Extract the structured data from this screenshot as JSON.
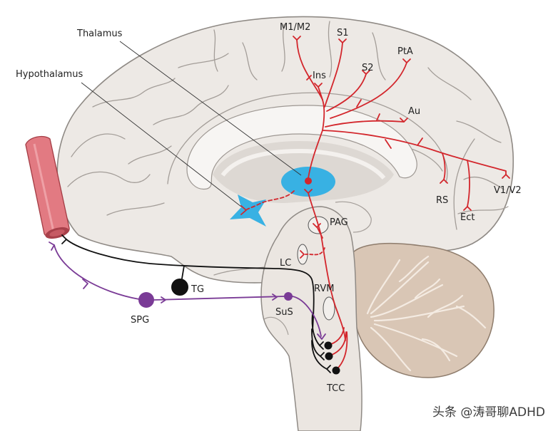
{
  "labels": {
    "thalamus": "Thalamus",
    "hypothalamus": "Hypothalamus",
    "m1m2": "M1/M2",
    "s1": "S1",
    "pta": "PtA",
    "ins": "Ins",
    "s2": "S2",
    "au": "Au",
    "rs": "RS",
    "v1v2": "V1/V2",
    "ect": "Ect",
    "pag": "PAG",
    "lc": "LC",
    "tg": "TG",
    "rvm": "RVM",
    "spg": "SPG",
    "sus": "SuS",
    "tcc": "TCC"
  },
  "watermark": "头条 @涛哥聊ADHD",
  "colors": {
    "cerebrum": "#ede9e5",
    "cerebellum": "#d9c6b5",
    "brainstem": "#ebe6e1",
    "thalamus": "#38b1e3",
    "hypothalamus": "#38b1e3",
    "vessel": "#e27a82",
    "ascending_pathway": "#d3262c",
    "trigeminal_pathway": "#111111",
    "parasympathetic_pathway": "#7a3b96"
  }
}
